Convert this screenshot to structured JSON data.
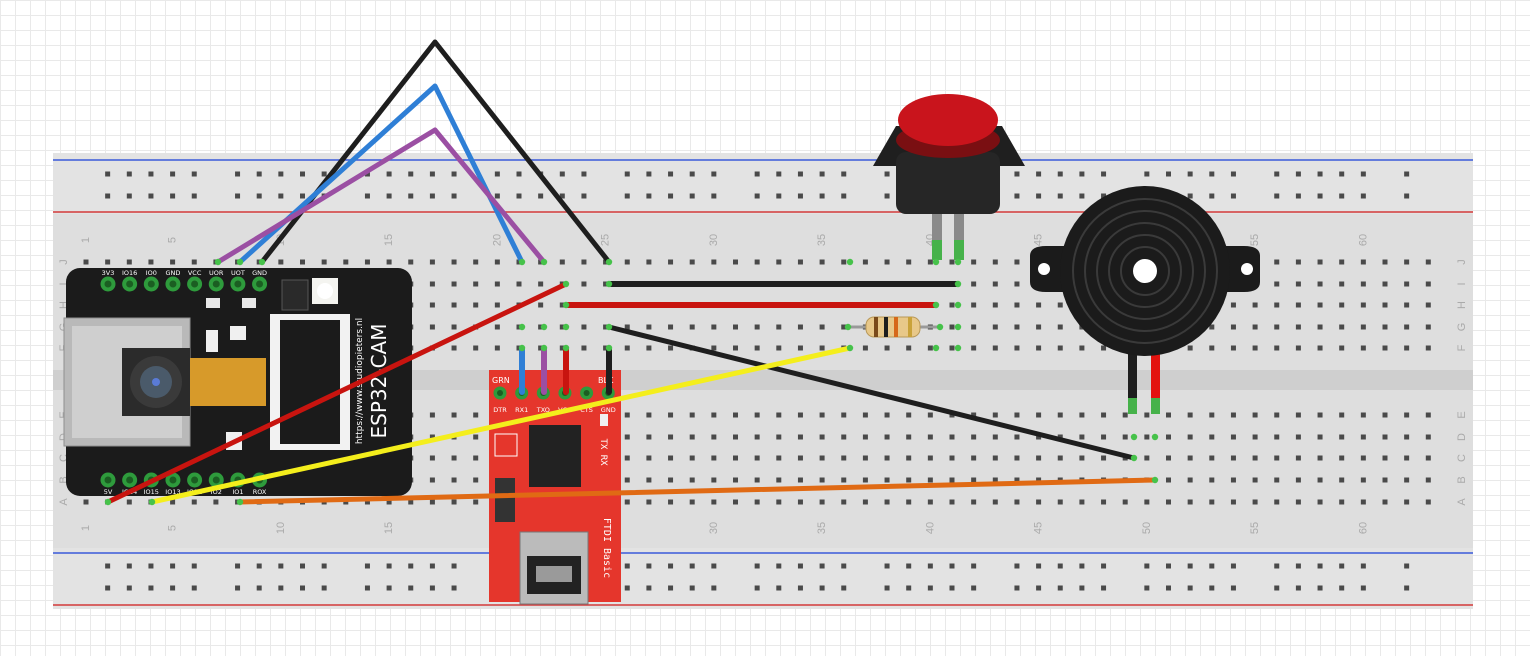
{
  "breadboard": {
    "column_numbers": [
      "1",
      "5",
      "10",
      "15",
      "20",
      "25",
      "30",
      "35",
      "40",
      "45",
      "50",
      "55",
      "60"
    ],
    "row_letters_top": [
      "J",
      "I",
      "H",
      "G",
      "F"
    ],
    "row_letters_bottom": [
      "E",
      "D",
      "C",
      "B",
      "A"
    ]
  },
  "esp32": {
    "title": "ESP32-CAM",
    "url": "https://www.studiopieters.nl",
    "top_pins": [
      "3V3",
      "IO16",
      "IO0",
      "GND",
      "VCC",
      "UOR",
      "UOT",
      "GND"
    ],
    "bottom_pins": [
      "5V",
      "IO14",
      "IO15",
      "IO13",
      "IO12",
      "IO2",
      "IO1",
      "ROX"
    ]
  },
  "ftdi": {
    "pins": [
      "DTR",
      "RX1",
      "TXO",
      "VCC",
      "CTS",
      "GND"
    ],
    "top_left": "GRN",
    "top_right": "BLK",
    "led_label": "TX RX",
    "name": "FTDI Basic"
  },
  "colors": {
    "wire_black": "#1e1e1e",
    "wire_blue": "#2f7fd6",
    "wire_purple": "#9b4fa3",
    "wire_red": "#c8140f",
    "wire_yellow": "#f4ee1c",
    "wire_orange": "#e06a14",
    "rail_blue": "#3b5bd9",
    "rail_red": "#d33b3b",
    "ftdi_red": "#e5362c",
    "button_red": "#c9141c"
  }
}
